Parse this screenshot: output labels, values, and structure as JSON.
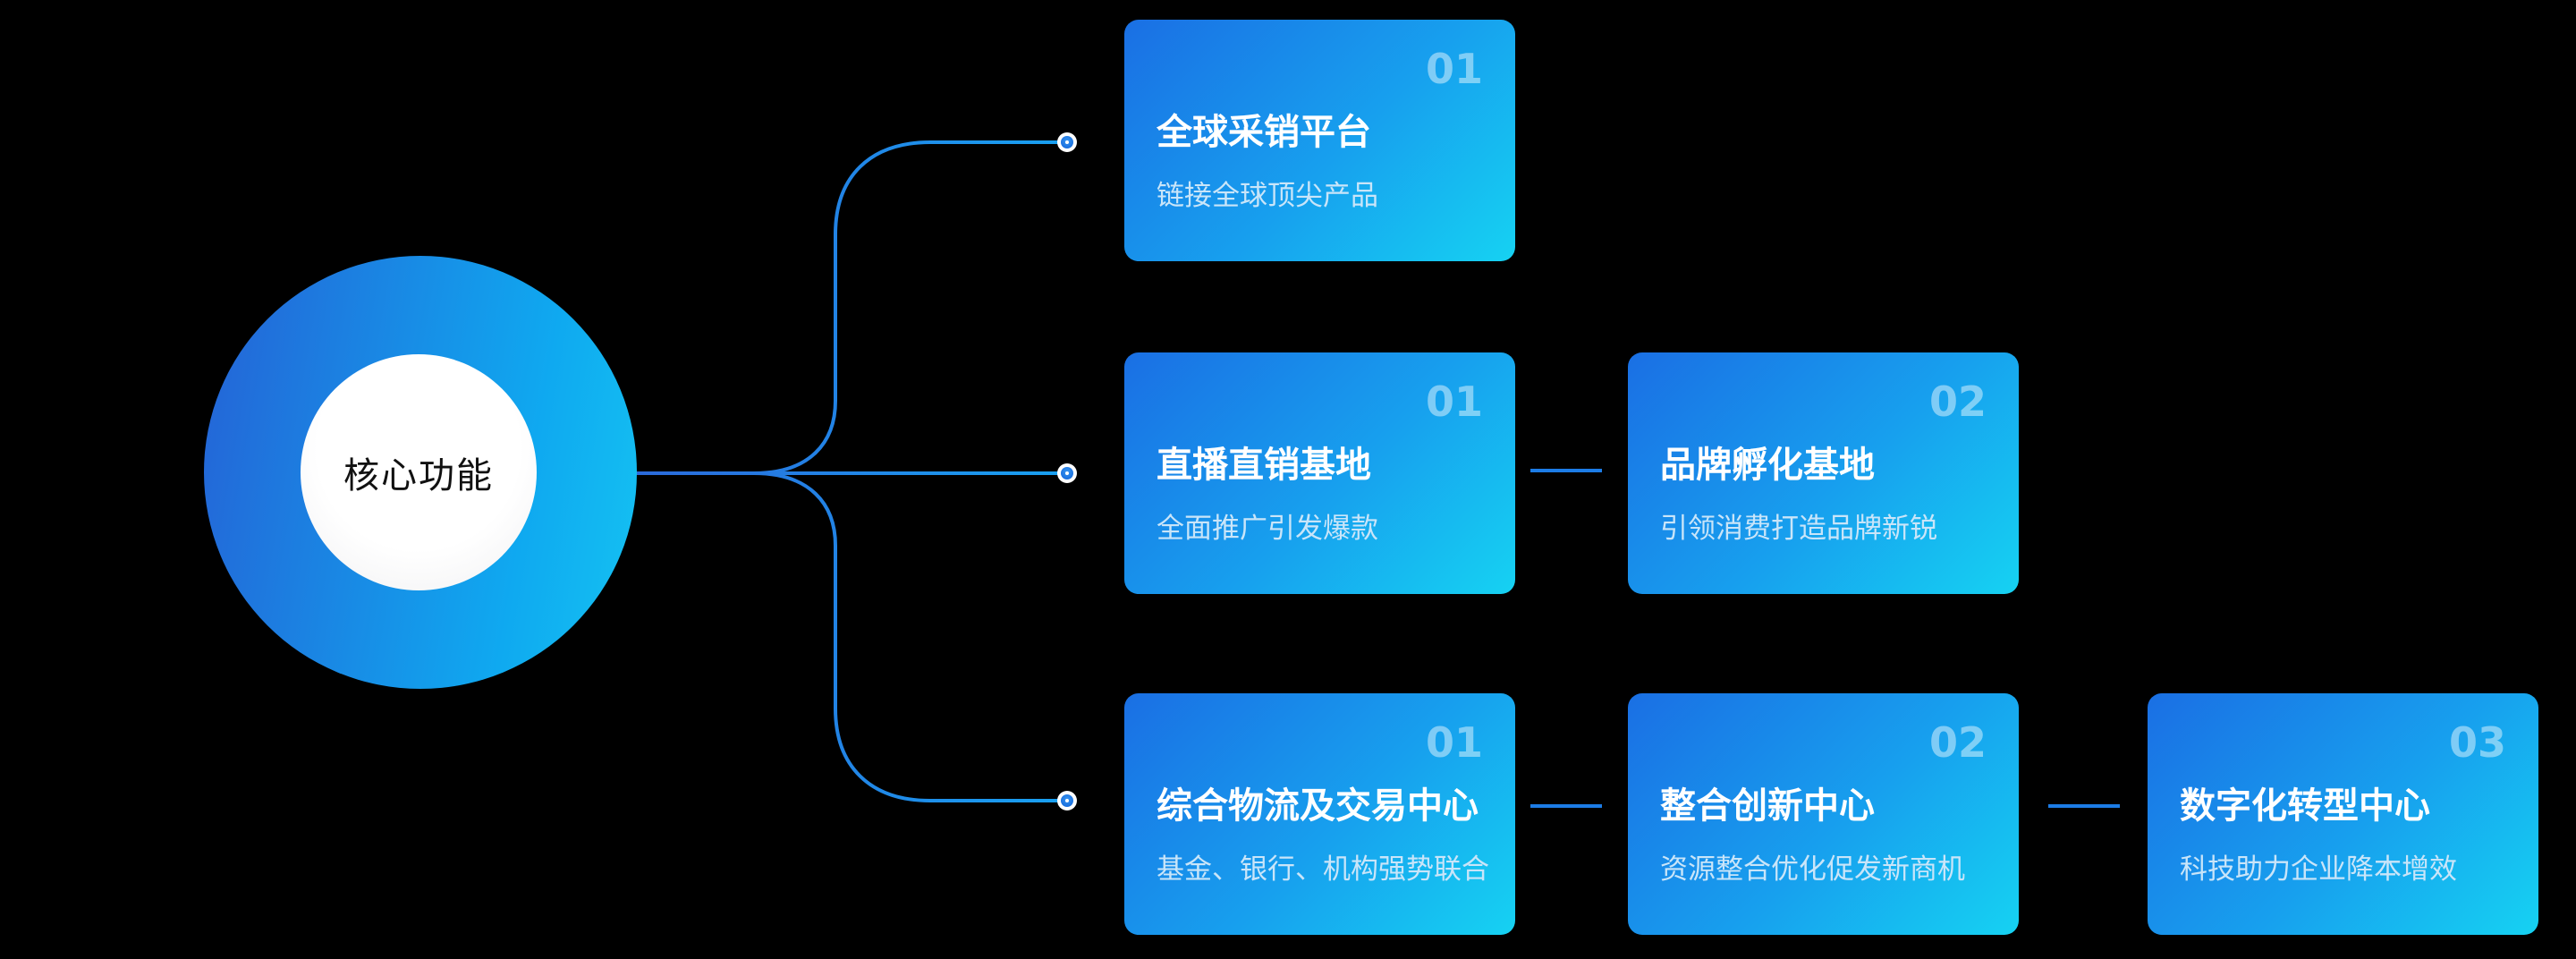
{
  "diagram": {
    "center_label": "核心功能",
    "rows": [
      {
        "cards": [
          {
            "num": "01",
            "title": "全球采销平台",
            "subtitle": "链接全球顶尖产品"
          }
        ]
      },
      {
        "cards": [
          {
            "num": "01",
            "title": "直播直销基地",
            "subtitle": "全面推广引发爆款"
          },
          {
            "num": "02",
            "title": "品牌孵化基地",
            "subtitle": "引领消费打造品牌新锐"
          }
        ]
      },
      {
        "cards": [
          {
            "num": "01",
            "title": "综合物流及交易中心",
            "subtitle": "基金、银行、机构强势联合"
          },
          {
            "num": "02",
            "title": "整合创新中心",
            "subtitle": "资源整合优化促发新商机"
          },
          {
            "num": "03",
            "title": "数字化转型中心",
            "subtitle": "科技助力企业降本增效"
          }
        ]
      }
    ]
  },
  "colors": {
    "background": "#000000",
    "card_gradient_start": "#1a6fe4",
    "card_gradient_mid": "#17a0ee",
    "card_gradient_end": "#16d2f2",
    "circle_gradient_start": "#2562d6",
    "circle_gradient_mid": "#0fa9f0",
    "circle_gradient_end": "#15c3f2",
    "line_gradient_start": "#2e5fd6",
    "line_gradient_end": "#18a2f2",
    "inter_card_dash": "#1c7ce6",
    "number_text": "rgba(255,255,255,0.45)",
    "subtitle_text": "#c9e5f9"
  }
}
